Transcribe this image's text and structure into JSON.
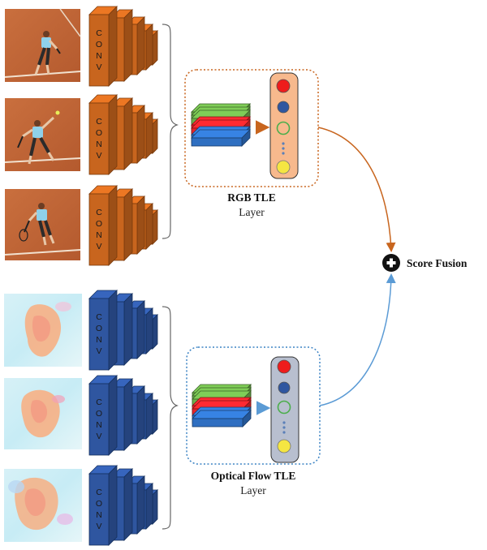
{
  "streams": [
    {
      "id": "rgb",
      "conv_label": "CONV",
      "tle_title": "RGB TLE",
      "tle_subtitle": "Layer",
      "color": "#c8651e",
      "color_dark": "#7a3a0c",
      "frames": [
        "rgb-frame-1",
        "rgb-frame-2",
        "rgb-frame-3"
      ]
    },
    {
      "id": "flow",
      "conv_label": "CONV",
      "tle_title": "Optical Flow TLE",
      "tle_subtitle": "Layer",
      "color": "#2f56a0",
      "color_dark": "#14305e",
      "frames": [
        "flow-frame-1",
        "flow-frame-2",
        "flow-frame-3"
      ]
    }
  ],
  "fusion": {
    "label": "Score Fusion",
    "symbol": "plus-in-circle"
  },
  "colors": {
    "rgb_tle_border": "#c8651e",
    "flow_tle_border": "#3b83c4",
    "rgb_arrow": "#c8651e",
    "flow_arrow": "#5b9bd5",
    "score_red": "#ee1c1c",
    "score_blue": "#2f56a0",
    "score_green": "#4cae4c",
    "score_yellow": "#f5e642"
  }
}
